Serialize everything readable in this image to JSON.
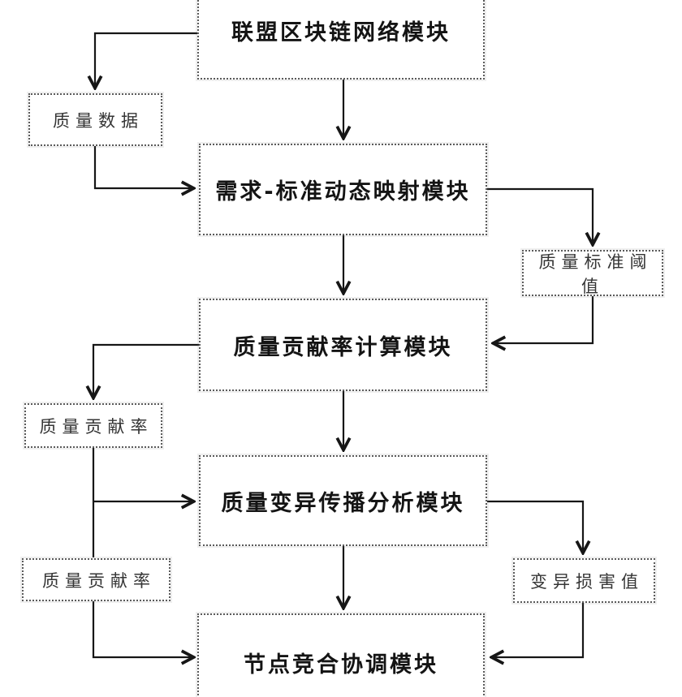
{
  "diagram": {
    "background_color": "#ffffff",
    "line_color": "#161616",
    "box_border_color": "#5a5a5a",
    "nodes": {
      "blockchain_network": {
        "label": "联盟区块链网络模块"
      },
      "quality_data": {
        "label": "质量数据"
      },
      "demand_standard_mapping": {
        "label": "需求-标准动态映射模块"
      },
      "quality_standard_threshold": {
        "label": "质量标准阈值"
      },
      "quality_contribution_calc": {
        "label": "质量贡献率计算模块"
      },
      "quality_contribution_rate_upper": {
        "label": "质量贡献率"
      },
      "quality_variation_analysis": {
        "label": "质量变异传播分析模块"
      },
      "quality_contribution_rate_lower": {
        "label": "质量贡献率"
      },
      "variation_damage_value": {
        "label": "变异损害值"
      },
      "node_coopetition_coordination": {
        "label": "节点竞合协调模块"
      }
    }
  }
}
